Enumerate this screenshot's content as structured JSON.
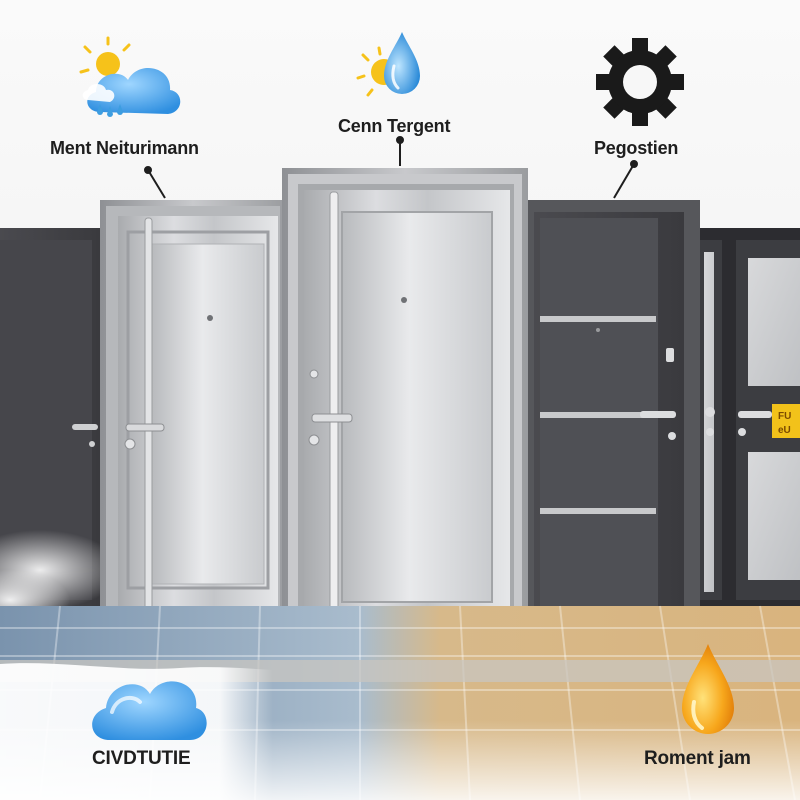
{
  "labels": {
    "top_left": "Ment Neiturimann",
    "top_center": "Cenn Tergent",
    "top_right": "Pegostien",
    "bottom_left": "CIVDTUTIE",
    "bottom_right": "Roment jam"
  },
  "sign_text": [
    "FU",
    "eU"
  ],
  "icons": {
    "top_left": "sun-rain-cloud-icon",
    "top_center": "sun-water-drop-icon",
    "top_right": "gear-icon",
    "bottom_left": "cloud-icon",
    "bottom_right": "oil-drop-icon"
  },
  "colors": {
    "cloud_blue": "#4aa8ec",
    "drop_blue": "#3d9de0",
    "sun_yellow": "#f6c21a",
    "oil_orange": "#f39a12",
    "gear_black": "#1a1a1a",
    "dark_door": "#3f3f43",
    "steel": "#c9cacc"
  }
}
